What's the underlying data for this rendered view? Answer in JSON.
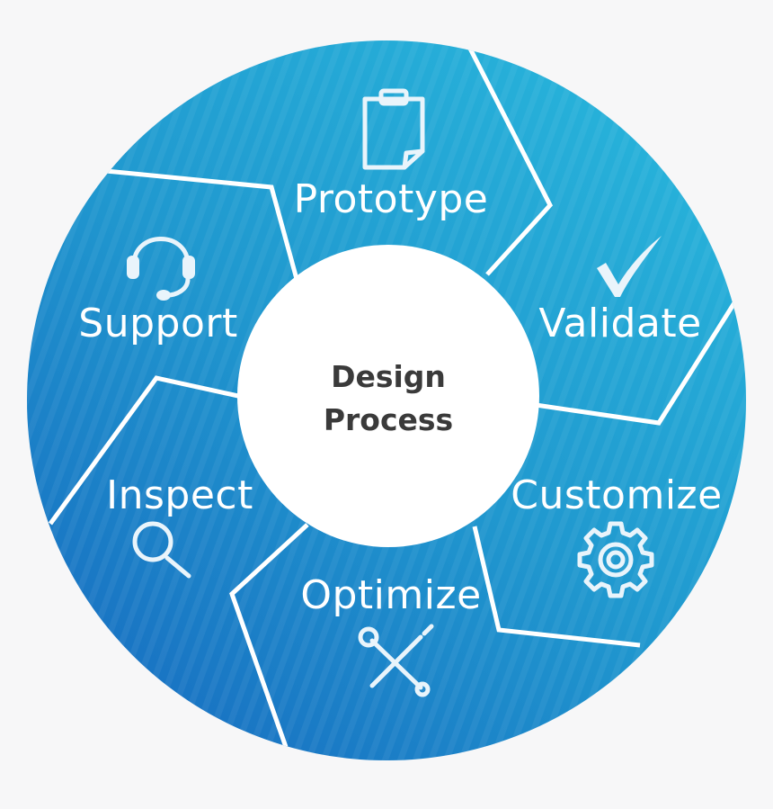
{
  "center": {
    "line1": "Design",
    "line2": "Process"
  },
  "segments": [
    {
      "label": "Prototype",
      "icon": "clipboard-icon"
    },
    {
      "label": "Validate",
      "icon": "checkmark-icon"
    },
    {
      "label": "Customize",
      "icon": "gear-icon"
    },
    {
      "label": "Optimize",
      "icon": "tools-icon"
    },
    {
      "label": "Inspect",
      "icon": "magnifier-icon"
    },
    {
      "label": "Support",
      "icon": "headset-icon"
    }
  ],
  "colors": {
    "ring_light": "#23a8d4",
    "ring_dark": "#1a74c4",
    "separator": "#ffffff",
    "center_fill": "#ffffff",
    "center_text": "#3a3a3a",
    "background": "#f7f7f8"
  }
}
